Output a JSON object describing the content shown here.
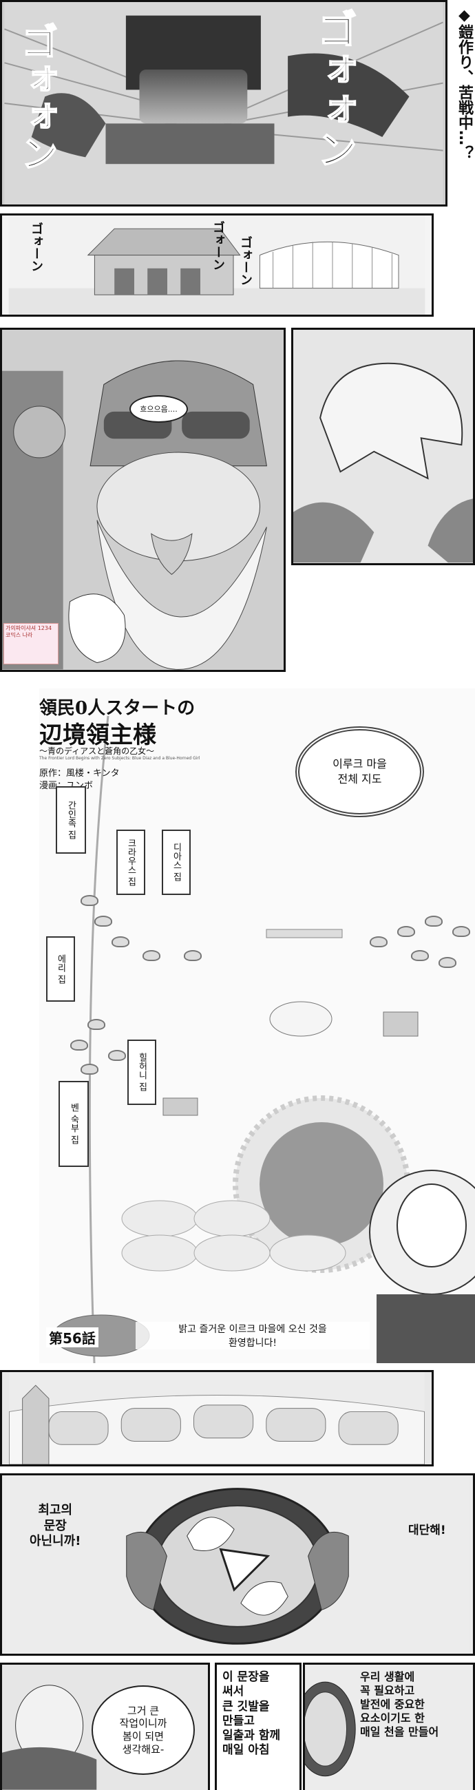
{
  "top_banner": {
    "caption": "◆鎧作り、苦戦中…？",
    "sfx_left": "ゴォォン",
    "sfx_right": "ゴォォン"
  },
  "panel_village_sfx": {
    "sfx1": "ゴォーン",
    "sfx2": "ゴォーン",
    "sfx3": "ゴォーン"
  },
  "panel_dwarf": {
    "speech": "흐으으음...."
  },
  "scan_watermark_1": "가의파이샤셔 1234 코믹스 나라",
  "title_page": {
    "title_line1": "領民0人スタートの",
    "title_line2": "辺境領主様",
    "subtitle": "〜青のディアスと蒼角の乙女〜",
    "english_subtitle": "The Frontier Lord Begins with Zero Subjects: Blue Diaz and a Blue-Horned Girl",
    "credit_original": "原作：風楼・キンタ",
    "credit_manga": "漫画：ユンボ",
    "chapter": "第56話",
    "map_title": "이루크 마을\n전체 지도",
    "house_labels": [
      "간인족 집",
      "크라우스 집",
      "디아스 집",
      "에리 집",
      "힐허니 집",
      "벤 숙부 집"
    ],
    "welcome_text": "밝고 즐거운 이르크 마을에 오신 것을\n환영합니다!"
  },
  "panel_emblem": {
    "speech_left": "최고의\n문장\n아닌니까!",
    "speech_right": "대단해!"
  },
  "panel_bottom": {
    "speech_1": "그거 큰\n작업이니까\n봄이 되면\n생각해요-",
    "speech_2": "이 문장을\n써서\n큰 깃발을\n만들고\n일출과 함께\n매일 아침",
    "speech_3": "우리 생활에\n꼭 필요하고\n발전에 중요한\n요소이기도 한\n매일 천을 만들어"
  }
}
